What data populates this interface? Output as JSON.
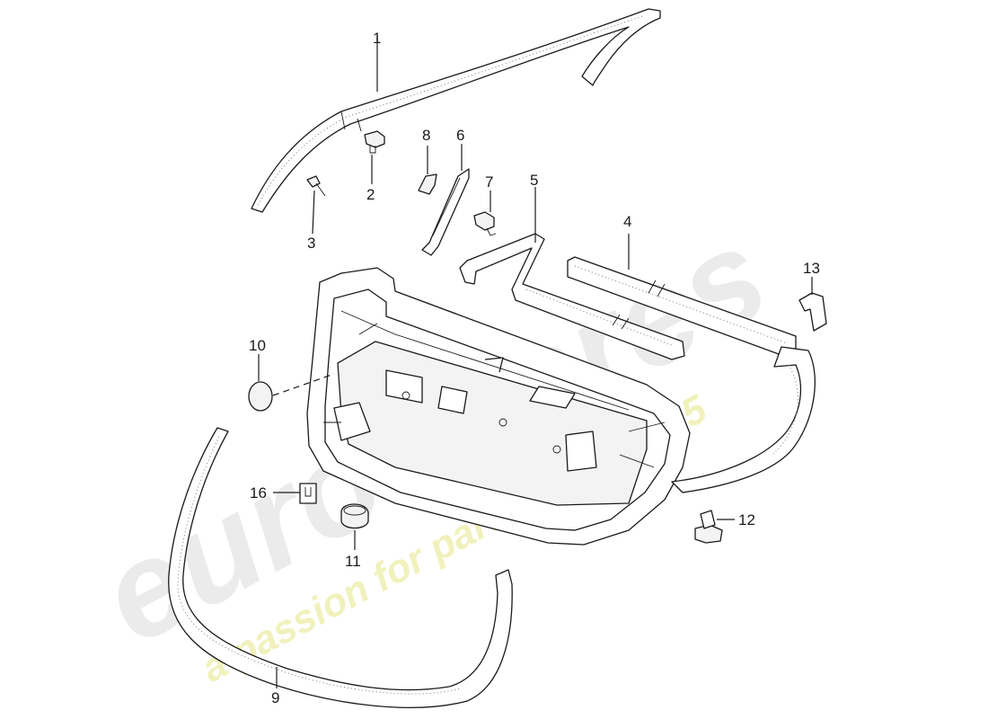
{
  "watermark": {
    "brand": "eurospares",
    "tagline": "a passion for parts since 1985",
    "brand_color": "#e6e6e6",
    "tagline_color": "#f0efb0"
  },
  "callouts": [
    {
      "id": "1",
      "label": "1"
    },
    {
      "id": "2",
      "label": "2"
    },
    {
      "id": "3",
      "label": "3"
    },
    {
      "id": "4",
      "label": "4"
    },
    {
      "id": "5",
      "label": "5"
    },
    {
      "id": "6",
      "label": "6"
    },
    {
      "id": "7",
      "label": "7"
    },
    {
      "id": "8",
      "label": "8"
    },
    {
      "id": "9",
      "label": "9"
    },
    {
      "id": "10",
      "label": "10"
    },
    {
      "id": "11",
      "label": "11"
    },
    {
      "id": "12",
      "label": "12"
    },
    {
      "id": "13",
      "label": "13"
    },
    {
      "id": "16",
      "label": "16"
    }
  ]
}
